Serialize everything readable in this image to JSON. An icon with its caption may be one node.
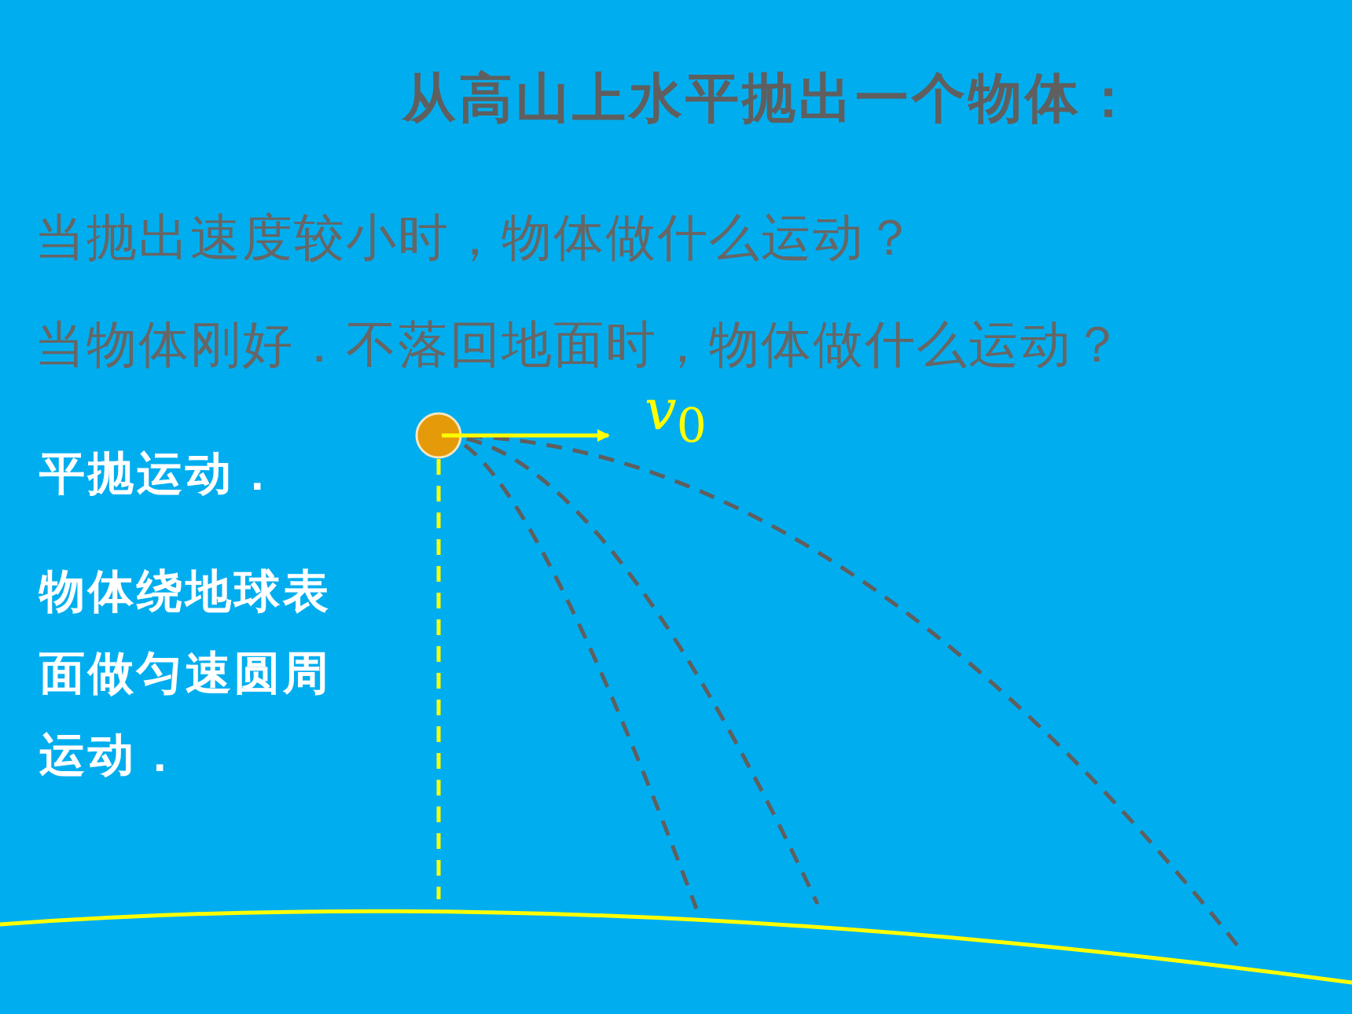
{
  "diagram": {
    "title": "从高山上水平抛出一个物体：",
    "labels": [
      "当抛出速度较小时，物体做什么运动？",
      "当物体刚好．不落回地面时，物体做什么运动？",
      "*v*$_{0}$",
      "平抛运动．",
      "物体绕地球表面做匀速圆周运动．"
    ]
  }
}
